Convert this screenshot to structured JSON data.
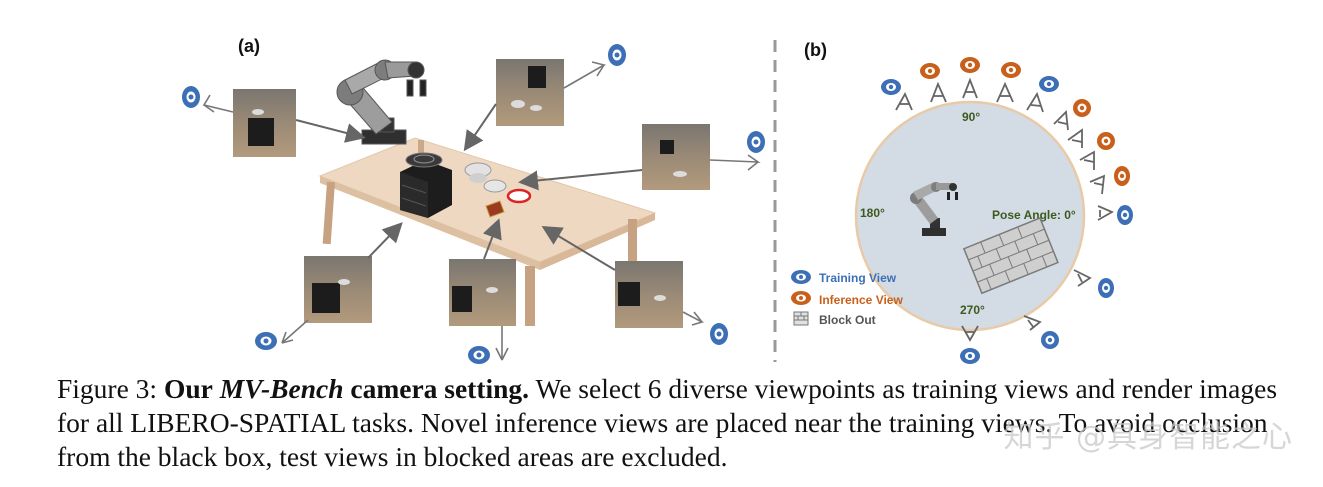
{
  "figure": {
    "panel_a_label": "(a)",
    "panel_b_label": "(b)",
    "angles": {
      "a90": "90°",
      "a180": "180°",
      "a270": "270°",
      "pose": "Pose  Angle: 0°"
    },
    "legend": {
      "training": "Training View",
      "inference": "Inference View",
      "blockout": "Block Out"
    },
    "colors": {
      "training": "#3d6fb6",
      "inference": "#c8601c",
      "circle_fill": "#d3dbe5",
      "circle_border": "#e8caa6",
      "table_top": "#efd8c2"
    }
  },
  "caption": {
    "label": "Figure 3:",
    "bold_lead": "Our",
    "italic_name": "MV-Bench",
    "bold_tail": "camera setting.",
    "body": "We select 6 diverse viewpoints as training views and render images for all LIBERO-SPATIAL tasks. Novel inference views are placed near the training views. To avoid occlusion from the black box, test views in blocked areas are excluded."
  },
  "watermark": "知乎 @具身智能之心"
}
